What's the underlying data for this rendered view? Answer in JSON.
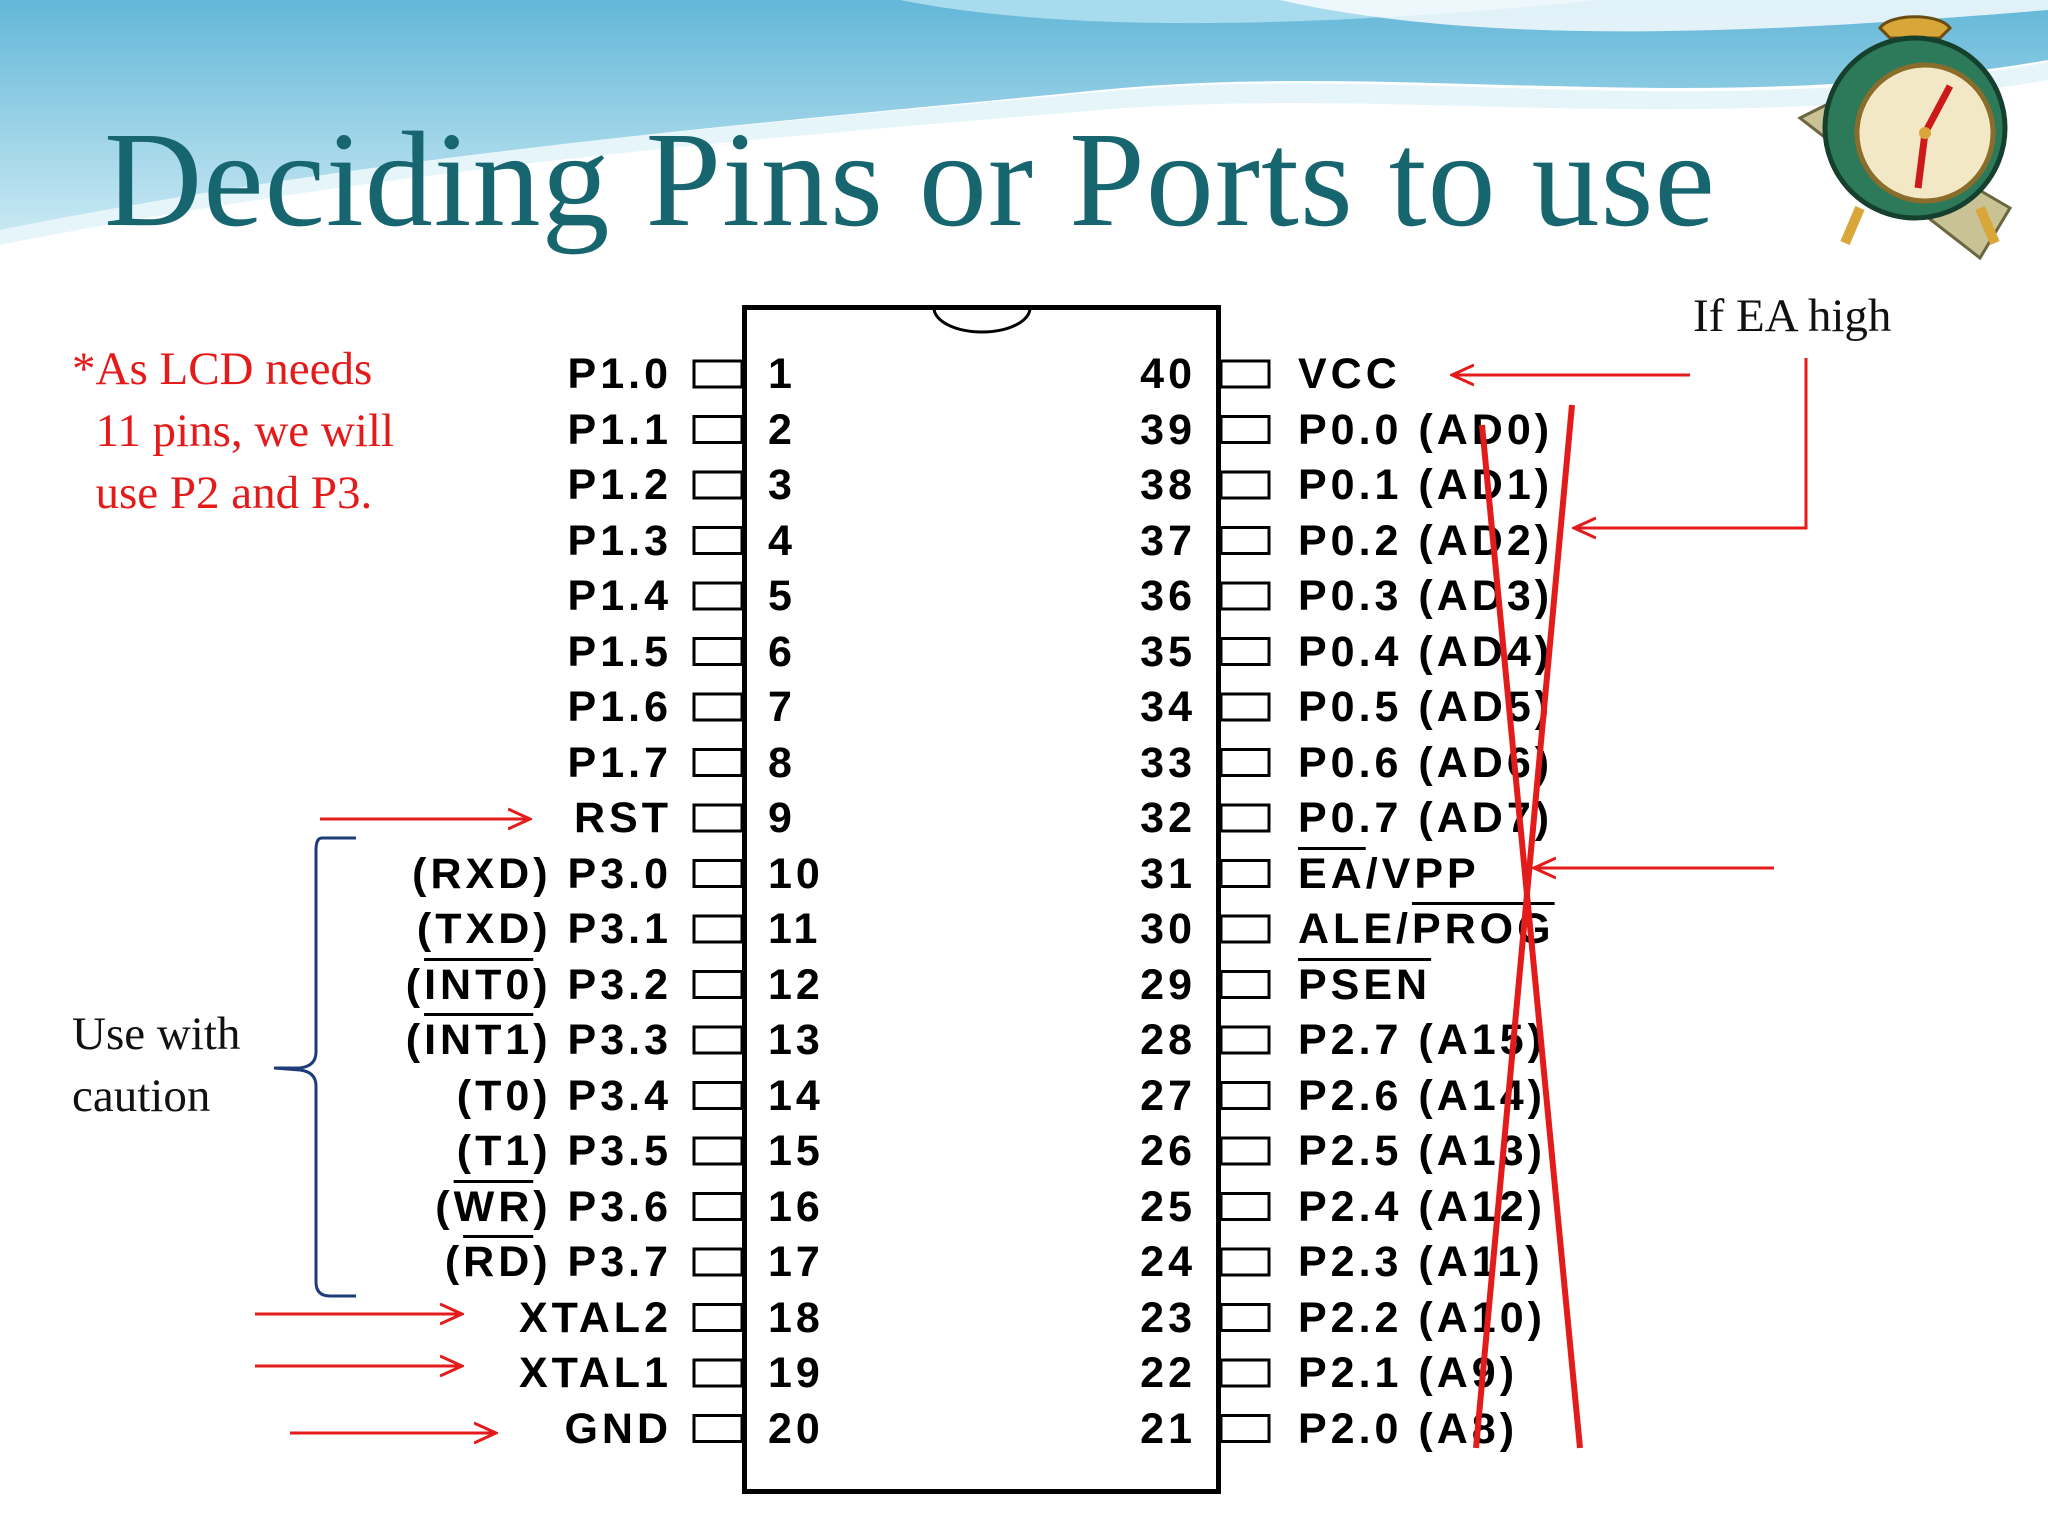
{
  "slide": {
    "title": "Deciding Pins or Ports to use",
    "note_lcd": "*As LCD needs\n  11 pins, we will\n  use P2 and P3.",
    "note_ea": "If EA high",
    "note_caution": "Use with\ncaution"
  },
  "colors": {
    "title": "#17666f",
    "annotation": "#e31b1b",
    "wave": "#5fb8d6"
  },
  "chip": {
    "left_pins": [
      {
        "num": "1",
        "label": "P1.0"
      },
      {
        "num": "2",
        "label": "P1.1"
      },
      {
        "num": "3",
        "label": "P1.2"
      },
      {
        "num": "4",
        "label": "P1.3"
      },
      {
        "num": "5",
        "label": "P1.4"
      },
      {
        "num": "6",
        "label": "P1.5"
      },
      {
        "num": "7",
        "label": "P1.6"
      },
      {
        "num": "8",
        "label": "P1.7"
      },
      {
        "num": "9",
        "label": "RST"
      },
      {
        "num": "10",
        "alt": "RXD",
        "label": "P3.0"
      },
      {
        "num": "11",
        "alt": "TXD",
        "label": "P3.1"
      },
      {
        "num": "12",
        "alt": "INT0",
        "alt_overline": true,
        "label": "P3.2"
      },
      {
        "num": "13",
        "alt": "INT1",
        "alt_overline": true,
        "label": "P3.3"
      },
      {
        "num": "14",
        "alt": "T0",
        "label": "P3.4"
      },
      {
        "num": "15",
        "alt": "T1",
        "label": "P3.5"
      },
      {
        "num": "16",
        "alt": "WR",
        "alt_overline": true,
        "label": "P3.6"
      },
      {
        "num": "17",
        "alt": "RD",
        "alt_overline": true,
        "label": "P3.7"
      },
      {
        "num": "18",
        "label": "XTAL2"
      },
      {
        "num": "19",
        "label": "XTAL1"
      },
      {
        "num": "20",
        "label": "GND"
      }
    ],
    "right_pins": [
      {
        "num": "40",
        "label": "VCC"
      },
      {
        "num": "39",
        "label": "P0.0 (AD0)"
      },
      {
        "num": "38",
        "label": "P0.1 (AD1)"
      },
      {
        "num": "37",
        "label": "P0.2 (AD2)"
      },
      {
        "num": "36",
        "label": "P0.3 (AD3)"
      },
      {
        "num": "35",
        "label": "P0.4 (AD4)"
      },
      {
        "num": "34",
        "label": "P0.5 (AD5)"
      },
      {
        "num": "33",
        "label": "P0.6 (AD6)"
      },
      {
        "num": "32",
        "label": "P0.7 (AD7)"
      },
      {
        "num": "31",
        "label": "EA/VPP",
        "overline_part": "EA"
      },
      {
        "num": "30",
        "label": "ALE/PROG",
        "overline_part": "PROG"
      },
      {
        "num": "29",
        "label": "PSEN",
        "overline_part": "PSEN"
      },
      {
        "num": "28",
        "label": "P2.7 (A15)"
      },
      {
        "num": "27",
        "label": "P2.6 (A14)"
      },
      {
        "num": "26",
        "label": "P2.5 (A13)"
      },
      {
        "num": "25",
        "label": "P2.4 (A12)"
      },
      {
        "num": "24",
        "label": "P2.3 (A11)"
      },
      {
        "num": "23",
        "label": "P2.2 (A10)"
      },
      {
        "num": "22",
        "label": "P2.1 (A9)"
      },
      {
        "num": "21",
        "label": "P2.0 (A8)"
      }
    ]
  }
}
